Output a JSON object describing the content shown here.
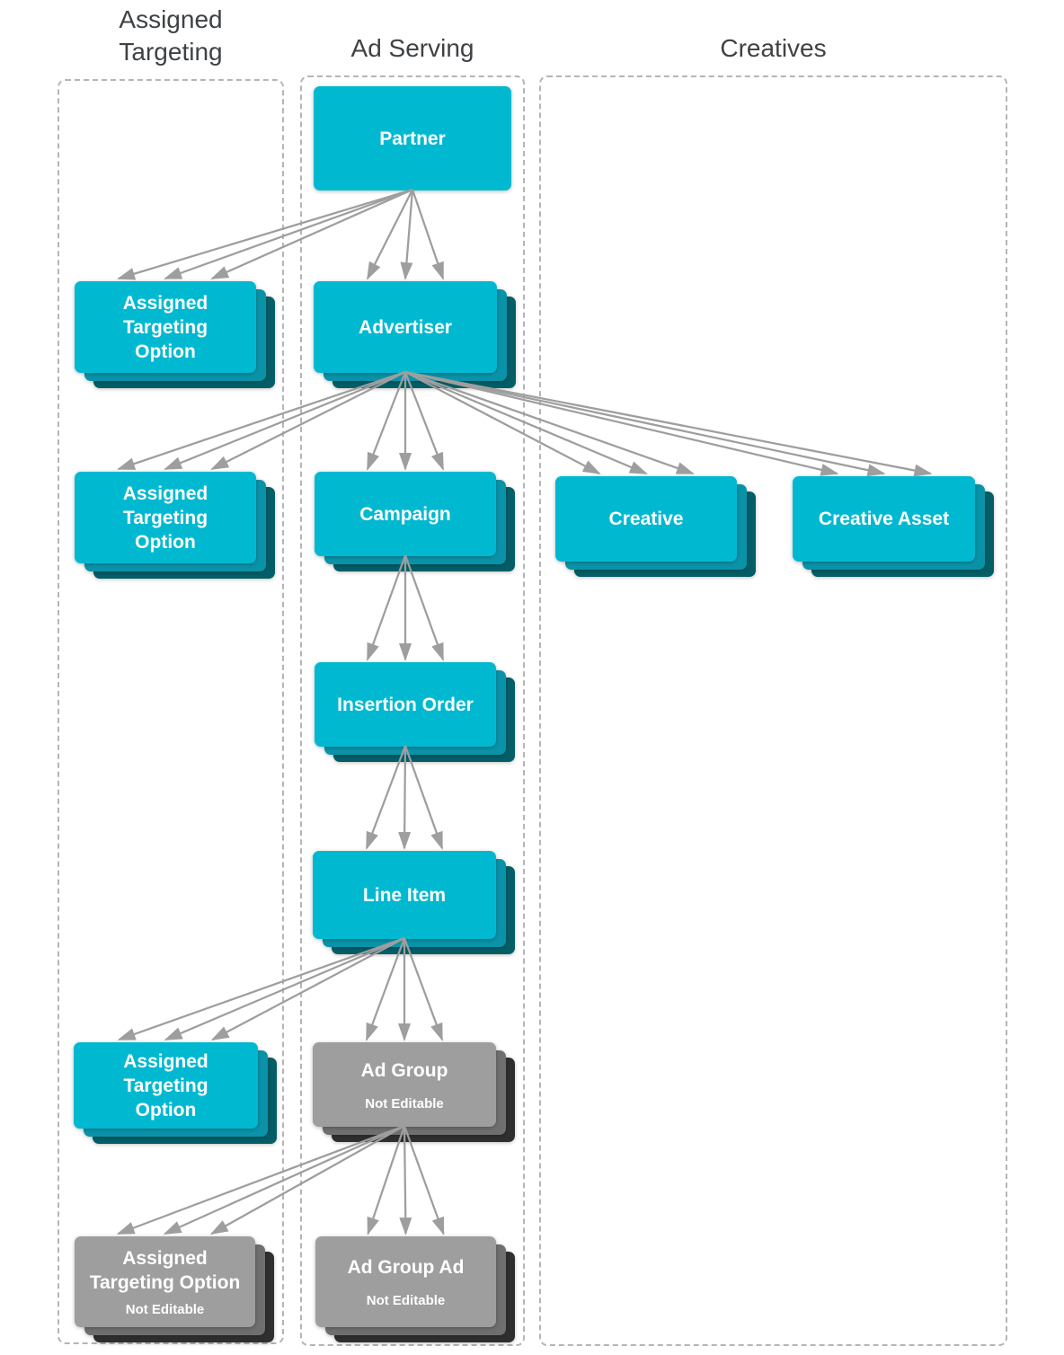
{
  "columns": {
    "assigned_targeting": {
      "title_lines": [
        "Assigned",
        "Targeting"
      ]
    },
    "ad_serving": {
      "title": "Ad Serving"
    },
    "creatives": {
      "title": "Creatives"
    }
  },
  "nodes": {
    "partner": {
      "lines": [
        "Partner"
      ]
    },
    "ato1": {
      "lines": [
        "Assigned",
        "Targeting",
        "Option"
      ]
    },
    "advertiser": {
      "lines": [
        "Advertiser"
      ]
    },
    "ato2": {
      "lines": [
        "Assigned",
        "Targeting",
        "Option"
      ]
    },
    "campaign": {
      "lines": [
        "Campaign"
      ]
    },
    "creative": {
      "lines": [
        "Creative"
      ]
    },
    "creative_asset": {
      "lines": [
        "Creative Asset"
      ]
    },
    "insertion_order": {
      "lines": [
        "Insertion Order"
      ]
    },
    "line_item": {
      "lines": [
        "Line Item"
      ]
    },
    "ato3": {
      "lines": [
        "Assigned",
        "Targeting",
        "Option"
      ]
    },
    "ad_group": {
      "lines": [
        "Ad Group"
      ],
      "note": "Not Editable"
    },
    "ato4": {
      "lines": [
        "Assigned",
        "Targeting Option"
      ],
      "note": "Not Editable"
    },
    "ad_group_ad": {
      "lines": [
        "Ad Group Ad"
      ],
      "note": "Not Editable"
    }
  },
  "edges": [
    {
      "from": "partner",
      "to": "ato1"
    },
    {
      "from": "partner",
      "to": "advertiser"
    },
    {
      "from": "advertiser",
      "to": "ato2"
    },
    {
      "from": "advertiser",
      "to": "campaign"
    },
    {
      "from": "advertiser",
      "to": "creative"
    },
    {
      "from": "advertiser",
      "to": "creative_asset"
    },
    {
      "from": "campaign",
      "to": "insertion_order"
    },
    {
      "from": "insertion_order",
      "to": "line_item"
    },
    {
      "from": "line_item",
      "to": "ato3"
    },
    {
      "from": "line_item",
      "to": "ad_group"
    },
    {
      "from": "ad_group",
      "to": "ato4"
    },
    {
      "from": "ad_group",
      "to": "ad_group_ad"
    }
  ],
  "colors": {
    "card_cyan": "#00b9d1",
    "card_cyan_layer2": "#0a93a8",
    "card_cyan_layer3": "#045e67",
    "card_gray": "#9e9e9e",
    "card_gray_layer2": "#6f6f6f",
    "card_gray_layer3": "#2f2f2f",
    "arrow": "#9e9e9e",
    "column_border": "#b5b5b5",
    "title_text": "#3f4245",
    "card_text": "#ffffff"
  }
}
